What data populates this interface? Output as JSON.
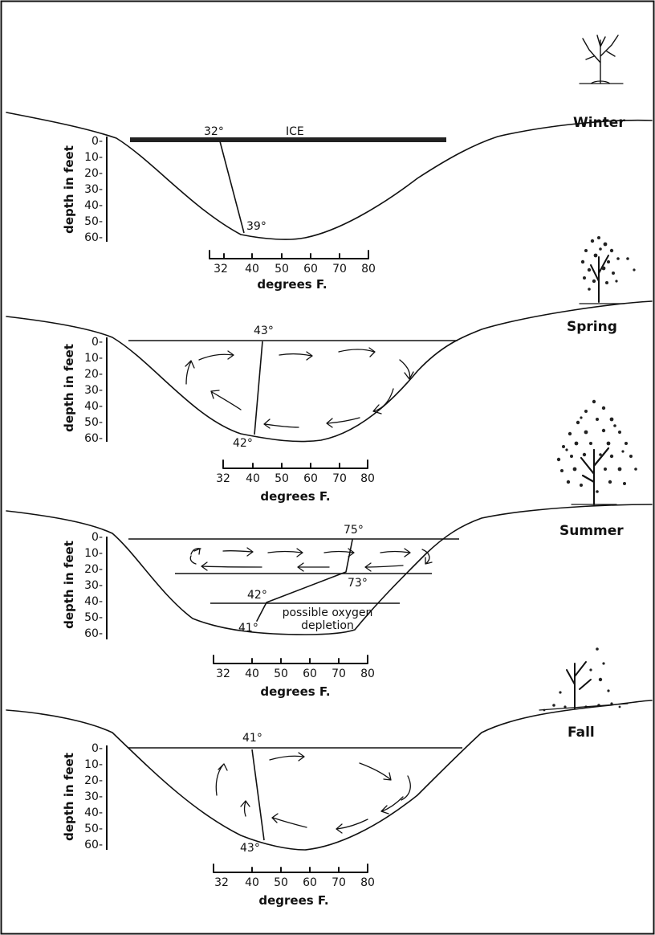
{
  "axis": {
    "depth_label": "depth in feet",
    "depth_ticks": [
      "0-",
      "10-",
      "20-",
      "30-",
      "40-",
      "50-",
      "60-"
    ],
    "temp_label": "degrees F.",
    "temp_ticks": [
      "32",
      "40",
      "50",
      "60",
      "70",
      "80"
    ]
  },
  "panels": [
    {
      "season": "Winter",
      "surface_label": "ICE",
      "temps": [
        {
          "text": "32°",
          "depth_ft": 0,
          "temp_f": 32
        },
        {
          "text": "39°",
          "depth_ft": 55,
          "temp_f": 39
        }
      ]
    },
    {
      "season": "Spring",
      "temps": [
        {
          "text": "43°",
          "depth_ft": 0,
          "temp_f": 43
        },
        {
          "text": "42°",
          "depth_ft": 60,
          "temp_f": 42
        }
      ]
    },
    {
      "season": "Summer",
      "annotation": [
        "possible oxygen",
        "depletion"
      ],
      "temps": [
        {
          "text": "75°",
          "depth_ft": 0,
          "temp_f": 75
        },
        {
          "text": "73°",
          "depth_ft": 20,
          "temp_f": 73
        },
        {
          "text": "42°",
          "depth_ft": 40,
          "temp_f": 42
        },
        {
          "text": "41°",
          "depth_ft": 55,
          "temp_f": 41
        }
      ]
    },
    {
      "season": "Fall",
      "temps": [
        {
          "text": "41°",
          "depth_ft": 0,
          "temp_f": 41
        },
        {
          "text": "43°",
          "depth_ft": 55,
          "temp_f": 43
        }
      ]
    }
  ]
}
